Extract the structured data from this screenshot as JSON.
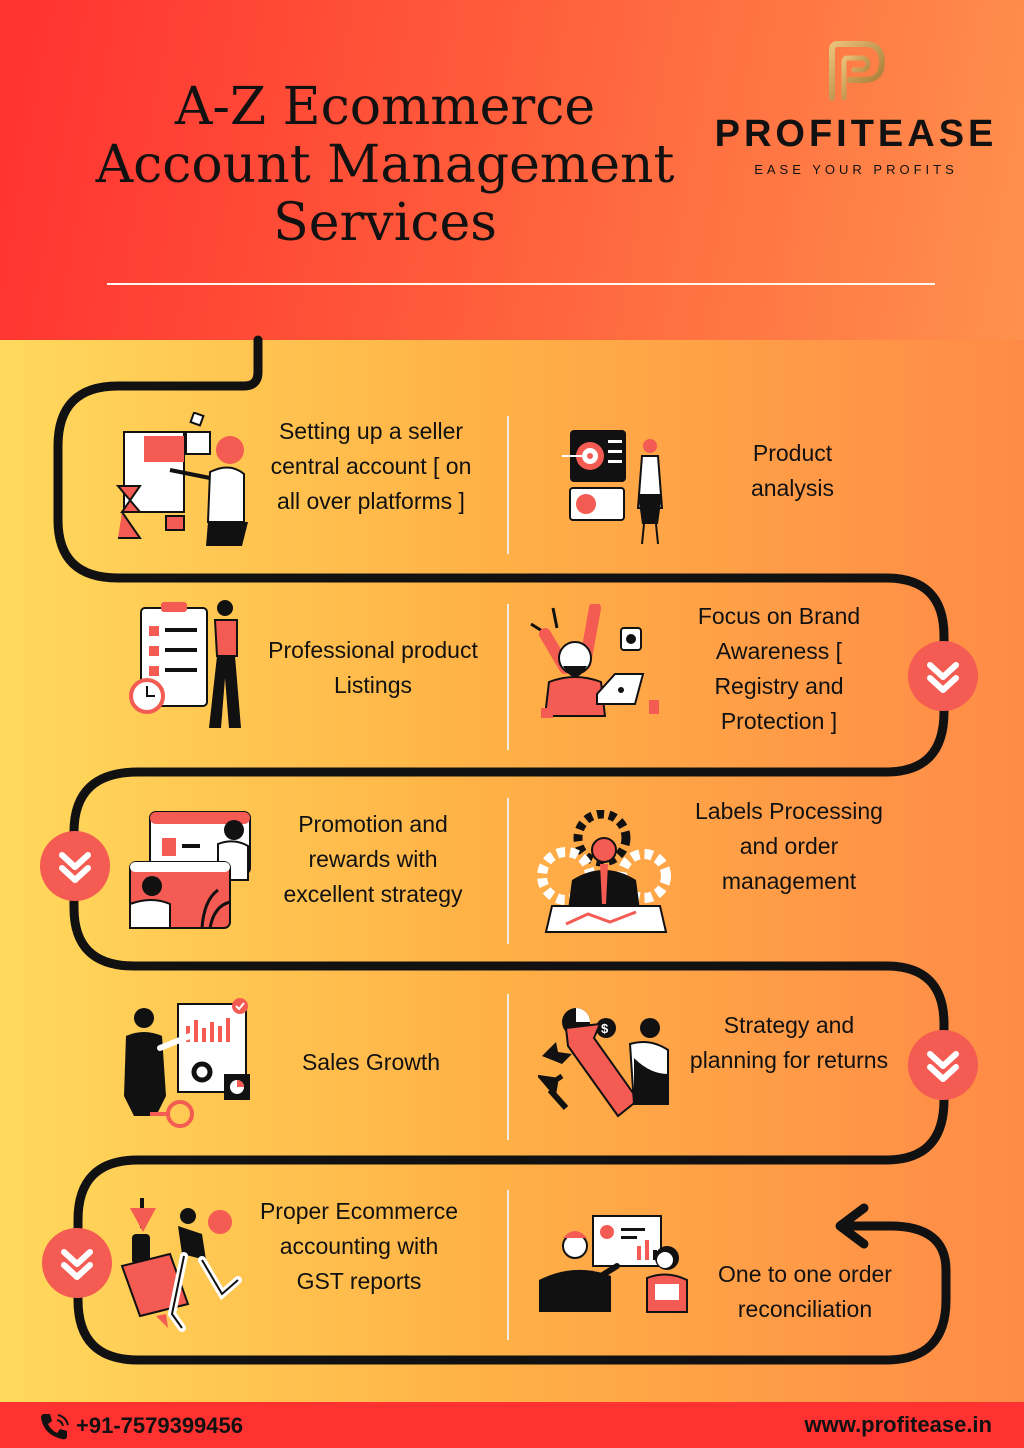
{
  "header": {
    "title_lines": [
      "A-Z Ecommerce",
      "Account Management",
      "Services"
    ],
    "brand_name": "PROFITEASE",
    "brand_tagline": "EASE YOUR PROFITS",
    "logo_icon": "profitease-logo-icon"
  },
  "services": [
    {
      "label": "Setting up a seller central account [ on all over platforms ]",
      "icon": "seller-setup-illustration"
    },
    {
      "label": "Product analysis",
      "icon": "product-analysis-illustration"
    },
    {
      "label": "Professional product Listings",
      "icon": "product-listing-illustration"
    },
    {
      "label": "Focus on Brand Awareness [ Registry and Protection ]",
      "icon": "brand-awareness-illustration"
    },
    {
      "label": "Promotion and rewards with excellent strategy",
      "icon": "promotion-illustration"
    },
    {
      "label": "Labels Processing and order management",
      "icon": "order-management-illustration"
    },
    {
      "label": "Sales Growth",
      "icon": "sales-growth-illustration"
    },
    {
      "label": "Strategy and planning for returns",
      "icon": "returns-strategy-illustration"
    },
    {
      "label": "Proper Ecommerce accounting with GST reports",
      "icon": "accounting-illustration"
    },
    {
      "label": "One to one order reconciliation",
      "icon": "reconciliation-illustration"
    }
  ],
  "footer": {
    "phone": "+91-7579399456",
    "website": "www.profitease.in"
  },
  "colors": {
    "header_red": "#ff3131",
    "accent_coral": "#f45b52",
    "path_black": "#111111",
    "bg_yellow": "#ffd95c",
    "bg_orange": "#ff8a47"
  }
}
